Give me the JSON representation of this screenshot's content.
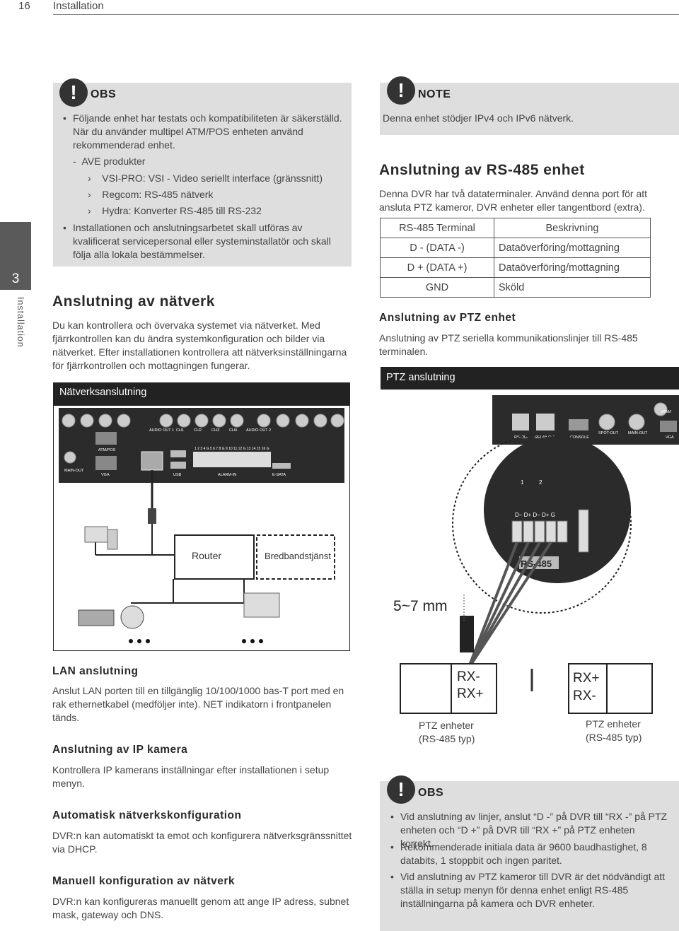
{
  "header": {
    "page_number": "16",
    "section": "Installation"
  },
  "side_tab": {
    "number": "3",
    "label": "Installation"
  },
  "obs1": {
    "title": "OBS",
    "bullet1": "Följande enhet har testats och kompatibiliteten är säkerställd. När du använder multipel ATM/POS enheten använd rekommenderad enhet.",
    "dash": "-",
    "dash_item": "AVE produkter",
    "sub": [
      "VSI-PRO: VSI - Video seriellt interface (gränssnitt)",
      "Regcom: RS-485 nätverk",
      "Hydra: Konverter RS-485 till RS-232"
    ],
    "arrow": "›",
    "bullet2": "Installationen och anslutningsarbetet skall utföras av kvalificerat servicepersonal eller systeminstallatör och skall följa alla lokala bestämmelser."
  },
  "network": {
    "heading": "Anslutning av nätverk",
    "body": "Du kan kontrollera och övervaka systemet via nätverket. Med fjärrkontrollen kan du ändra systemkonfiguration och bilder via nätverket. Efter installationen kontrollera att nätverksinställningarna för fjärrkontrollen och mottagningen fungerar.",
    "bar": "Nätverksanslutning",
    "router": "Router",
    "broadband": "Bredbandstjänst",
    "port_labels": {
      "audio_out1": "AUDIO OUT 1",
      "ch1": "CH1",
      "ch2": "CH2",
      "ch3": "CH3",
      "ch4": "CH4",
      "audio_out2": "AUDIO OUT 2",
      "atm": "ATM/POS",
      "main_out": "MAIN-OUT",
      "vga": "VGA",
      "usb": "USB",
      "alarm": "ALARM-IN",
      "esata": "E-SATA",
      "alarm_nums": "1 2 3 4 G 5 6 7 8 G 9 10 11 12 G 13 14 15 16 G"
    }
  },
  "lan": {
    "heading": "LAN anslutning",
    "body": "Anslut LAN porten till en tillgänglig 10/100/1000 bas-T port med en rak ethernetkabel (medföljer inte). NET indikatorn i frontpanelen tänds."
  },
  "ip": {
    "heading": "Anslutning av IP kamera",
    "body": "Kontrollera IP kamerans inställningar efter installationen i setup menyn."
  },
  "auto": {
    "heading": "Automatisk nätverkskonfiguration",
    "body": "DVR:n kan automatiskt ta emot och konfigurera nätverksgränssnittet via DHCP."
  },
  "manual": {
    "heading": "Manuell konfiguration av nätverk",
    "body": "DVR:n kan konfigureras manuellt genom att ange IP adress, subnet mask, gateway och DNS."
  },
  "note": {
    "title": "NOTE",
    "body": "Denna enhet stödjer IPv4 och IPv6 nätverk."
  },
  "rs485": {
    "heading": "Anslutning av RS-485 enhet",
    "body": "Denna DVR har två dataterminaler. Använd denna port för att ansluta PTZ kameror, DVR enheter eller tangentbord (extra).",
    "table": {
      "headers": [
        "RS-485 Terminal",
        "Beskrivning"
      ],
      "rows": [
        [
          "D - (DATA -)",
          "Dataöverföring/mottagning"
        ],
        [
          "D + (DATA +)",
          "Dataöverföring/mottagning"
        ],
        [
          "GND",
          "Sköld"
        ]
      ]
    }
  },
  "ptz": {
    "heading": "Anslutning av PTZ enhet",
    "body": "Anslutning av PTZ seriella kommunikationslinjer till RS-485 terminalen.",
    "bar": "PTZ anslutning",
    "mm": "5~7 mm",
    "unit1_lines": [
      "RX-",
      "RX+"
    ],
    "unit2_lines": [
      "RX+",
      "RX-"
    ],
    "unit1_label": [
      "PTZ enheter",
      "(RS-485 typ)"
    ],
    "unit2_label": [
      "PTZ enheter",
      "(RS-485 typ)"
    ],
    "panel": {
      "rs485": "RS-485",
      "relay": "RELAY-OUT",
      "console": "CONSOLE",
      "spot": "SPOT-OUT",
      "main": "MAIN-OUT",
      "vga": "VGA",
      "atm": "ATM/I",
      "n1": "1",
      "n2": "2",
      "pins": "D− D+ D− D+ G",
      "rs_label": "RS-485"
    }
  },
  "obs2": {
    "title": "OBS",
    "bullets": [
      "Vid anslutning av linjer, anslut “D -” på DVR till “RX -” på PTZ enheten och “D +” på DVR till “RX +” på PTZ enheten korrekt.",
      "Rekommenderade initiala data är 9600 baudhastighet, 8 databits, 1 stoppbit och ingen paritet.",
      "Vid anslutning av PTZ kameror till DVR är det nödvändigt att ställa in setup menyn för denna enhet enligt RS-485 inställningarna på kamera och DVR enheter."
    ]
  }
}
